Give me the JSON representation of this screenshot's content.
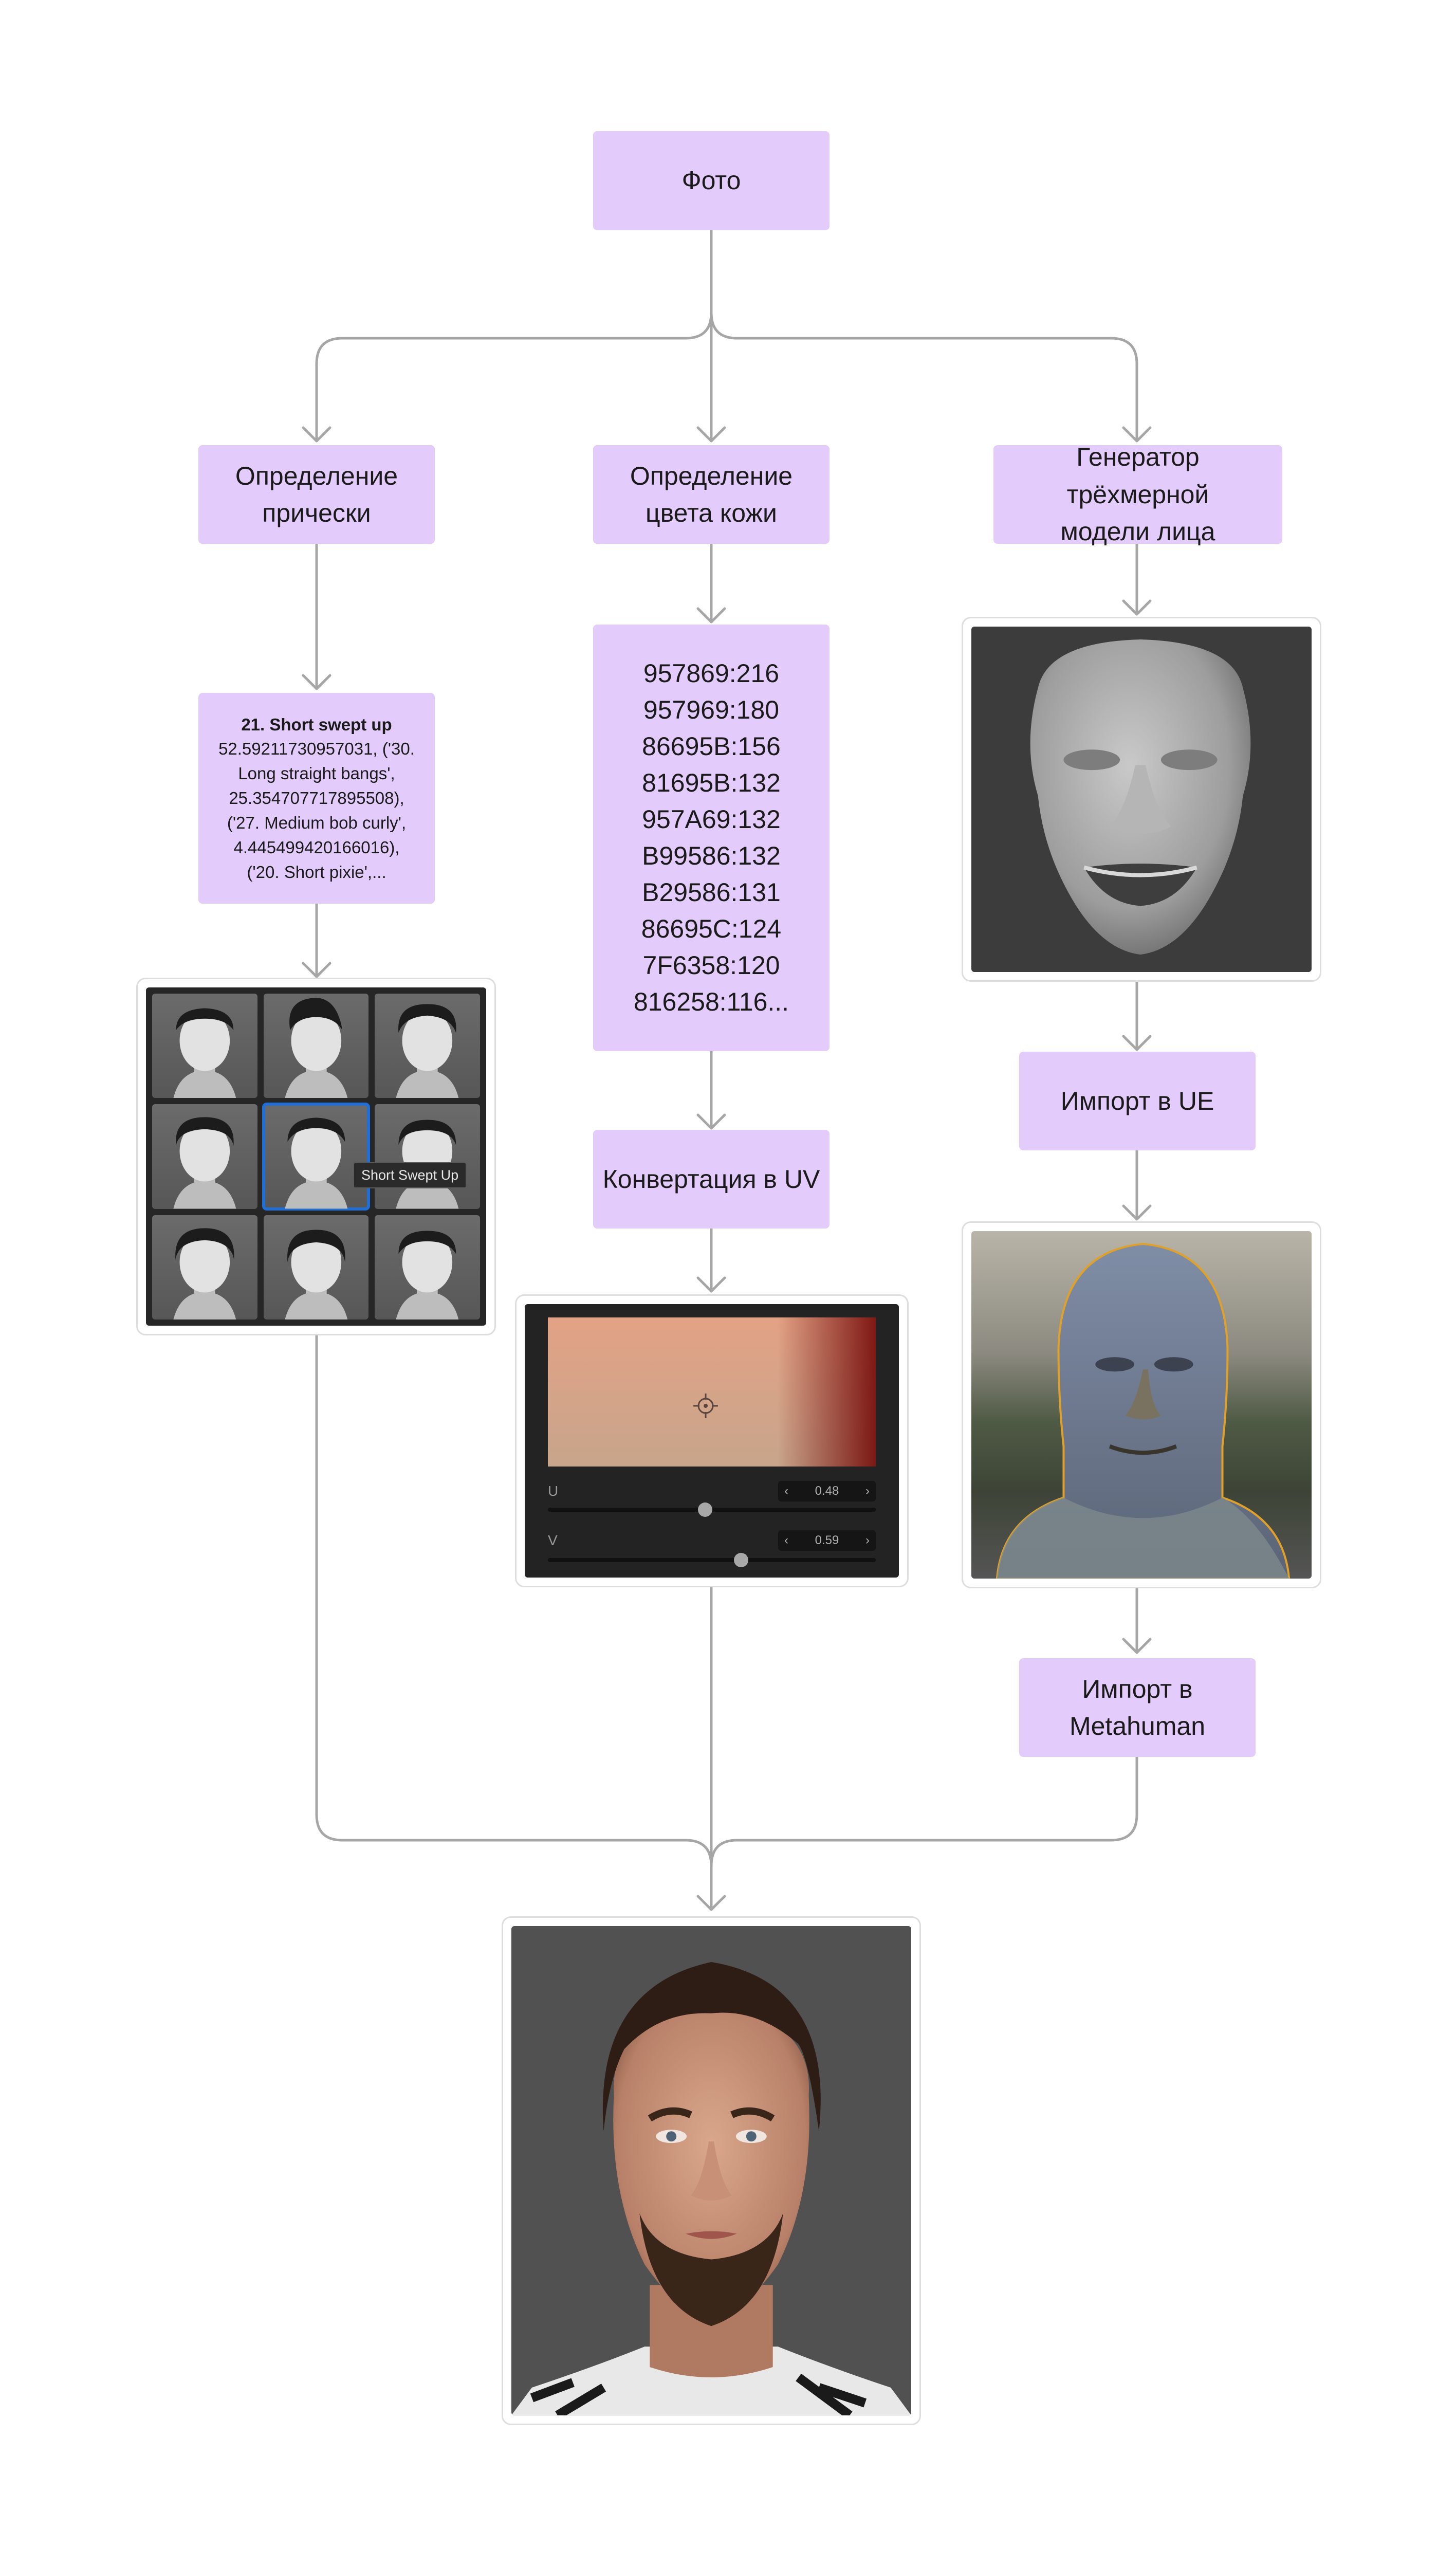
{
  "nodes": {
    "photo": "Фото",
    "hair_detect": [
      "Определение",
      "прически"
    ],
    "skin_detect": [
      "Определение",
      "цвета кожи"
    ],
    "face_gen": [
      "Генератор трёхмерной",
      "модели лица"
    ],
    "hair_result": {
      "title": "21. Short swept up",
      "lines": [
        "52.59211730957031, ('30.",
        "Long straight bangs',",
        "25.354707717895508),",
        "('27. Medium bob curly',",
        "4.445499420166016),",
        "('20. Short pixie',..."
      ]
    },
    "color_codes": [
      "957869:216",
      "957969:180",
      "86695B:156",
      "81695B:132",
      "957A69:132",
      "B99586:132",
      "B29586:131",
      "86695C:124",
      "7F6358:120",
      "816258:116..."
    ],
    "uv_convert": "Конвертация в UV",
    "import_ue": "Импорт в UE",
    "import_metahuman": [
      "Импорт в",
      "Metahuman"
    ]
  },
  "hair_selector": {
    "tooltip": "Short Swept Up",
    "selected_index": 4
  },
  "uv_panel": {
    "u_label": "U",
    "u_value": "0.48",
    "v_label": "V",
    "v_value": "0.59",
    "u": 0.48,
    "v": 0.59
  },
  "colors": {
    "node_fill": "#e3ccfb",
    "connector": "#a6a6a6",
    "selection": "#1f6fd6"
  }
}
